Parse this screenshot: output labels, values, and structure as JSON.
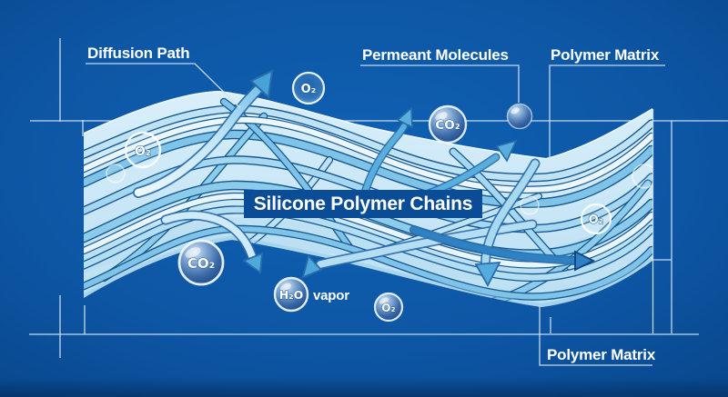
{
  "diagram": {
    "labels": {
      "diffusion_path": "Diffusion Path",
      "permeant_molecules": "Permeant Molecules",
      "polymer_matrix_top": "Polymer Matrix",
      "polymer_matrix_bottom": "Polymer Matrix",
      "silicone_polymer_chains": "Silicone Polymer Chains",
      "vapor": "vapor"
    },
    "molecules": {
      "o2_top": {
        "formula": "O₂"
      },
      "co2_upper": {
        "formula": "CO₂"
      },
      "o2_membrane_left": {
        "formula": "O₂"
      },
      "o2_membrane_right": {
        "formula": "O₂"
      },
      "co2_lower": {
        "formula": "CO₂"
      },
      "h2o": {
        "formula": "H₂O"
      },
      "o2_lower": {
        "formula": "O₂"
      }
    },
    "colors": {
      "background": "#0d56a4",
      "membrane": "#c9e7f7",
      "strand": "#7fc4e8",
      "strand_outline": "#16588f",
      "label_box": "#0a4c96",
      "blueprint_line": "#cfe0ee",
      "text": "#ffffff",
      "arrow_light": "#e8f5fc",
      "arrow_head": "#45a3d8",
      "arrow_dark": "#2e81c3"
    }
  }
}
